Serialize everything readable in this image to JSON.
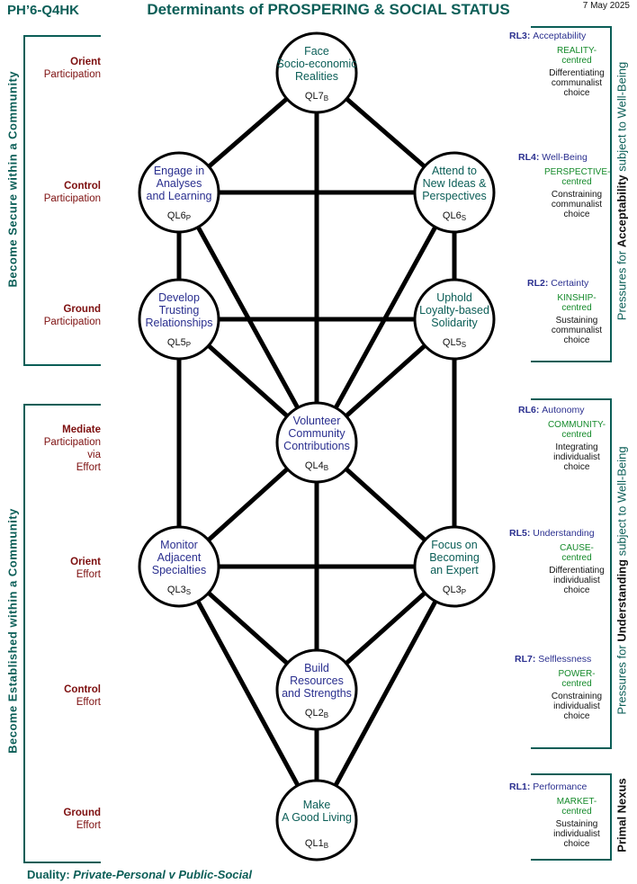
{
  "header": {
    "code": "PH’6-Q4HK",
    "title": "Determinants of PROSPERING & SOCIAL STATUS",
    "date": "7 May 2025"
  },
  "footer": {
    "duality_label": "Duality:",
    "duality_text": "Private-Personal v Public-Social"
  },
  "left_groups": [
    {
      "label": "Become Secure within a Community"
    },
    {
      "label": "Become Established within a Community"
    }
  ],
  "levels": [
    {
      "title": "Orient",
      "lines": [
        "Participation"
      ]
    },
    {
      "title": "Control",
      "lines": [
        "Participation"
      ]
    },
    {
      "title": "Ground",
      "lines": [
        "Participation"
      ]
    },
    {
      "title": "Mediate",
      "lines": [
        "Participation",
        "via",
        "Effort"
      ]
    },
    {
      "title": "Orient",
      "lines": [
        "Effort"
      ]
    },
    {
      "title": "Control",
      "lines": [
        "Effort"
      ]
    },
    {
      "title": "Ground",
      "lines": [
        "Effort"
      ]
    }
  ],
  "nodes": {
    "ql7": {
      "lines": [
        "Face",
        "Socio-economic",
        "Realities"
      ],
      "code": "QL7",
      "sub": "B"
    },
    "ql6p": {
      "lines": [
        "Engage in",
        "Analyses",
        "and Learning"
      ],
      "code": "QL6",
      "sub": "P"
    },
    "ql6s": {
      "lines": [
        "Attend to",
        "New Ideas &",
        "Perspectives"
      ],
      "code": "QL6",
      "sub": "S"
    },
    "ql5p": {
      "lines": [
        "Develop",
        "Trusting",
        "Relationships"
      ],
      "code": "QL5",
      "sub": "P"
    },
    "ql5s": {
      "lines": [
        "Uphold",
        "Loyalty-based",
        "Solidarity"
      ],
      "code": "QL5",
      "sub": "S"
    },
    "ql4": {
      "lines": [
        "Volunteer",
        "Community",
        "Contributions"
      ],
      "code": "QL4",
      "sub": "B"
    },
    "ql3s": {
      "lines": [
        "Monitor",
        "Adjacent",
        "Specialties"
      ],
      "code": "QL3",
      "sub": "S"
    },
    "ql3p": {
      "lines": [
        "Focus on",
        "Becoming",
        "an Expert"
      ],
      "code": "QL3",
      "sub": "P"
    },
    "ql2": {
      "lines": [
        "Build",
        "Resources",
        "and Strengths"
      ],
      "code": "QL2",
      "sub": "B"
    },
    "ql1": {
      "lines": [
        "Make",
        "A Good Living"
      ],
      "code": "QL1",
      "sub": "B"
    }
  },
  "right_groups": [
    {
      "prefix": "Pressures for",
      "emph": "Acceptability",
      "suffix": "subject to Well-Being"
    },
    {
      "prefix": "Pressures for",
      "emph": "Understanding",
      "suffix": "subject to Well-Being"
    },
    {
      "prefix": "",
      "emph": "Primal Nexus",
      "suffix": ""
    }
  ],
  "rls": [
    {
      "code": "RL3:",
      "name": "Acceptability",
      "centre": [
        "REALITY-",
        "centred"
      ],
      "choice": [
        "Differentiating",
        "communalist",
        "choice"
      ]
    },
    {
      "code": "RL4:",
      "name": "Well-Being",
      "centre": [
        "PERSPECTIVE-",
        "centred"
      ],
      "choice": [
        "Constraining",
        "communalist",
        "choice"
      ]
    },
    {
      "code": "RL2:",
      "name": "Certainty",
      "centre": [
        "KINSHIP-",
        "centred"
      ],
      "choice": [
        "Sustaining",
        "communalist",
        "choice"
      ]
    },
    {
      "code": "RL6:",
      "name": "Autonomy",
      "centre": [
        "COMMUNITY-",
        "centred"
      ],
      "choice": [
        "Integrating",
        "individualist",
        "choice"
      ]
    },
    {
      "code": "RL5:",
      "name": "Understanding",
      "centre": [
        "CAUSE-",
        "centred"
      ],
      "choice": [
        "Differentiating",
        "individualist",
        "choice"
      ]
    },
    {
      "code": "RL7:",
      "name": "Selflessness",
      "centre": [
        "POWER-",
        "centred"
      ],
      "choice": [
        "Constraining",
        "individualist",
        "choice"
      ]
    },
    {
      "code": "RL1:",
      "name": "Performance",
      "centre": [
        "MARKET-",
        "centred"
      ],
      "choice": [
        "Sustaining",
        "individualist",
        "choice"
      ]
    }
  ],
  "colors": {
    "teal": "#0b5e57",
    "maroon": "#7d0f0f",
    "navy": "#2a2f8f",
    "green": "#148a2a",
    "line": "#000000"
  }
}
